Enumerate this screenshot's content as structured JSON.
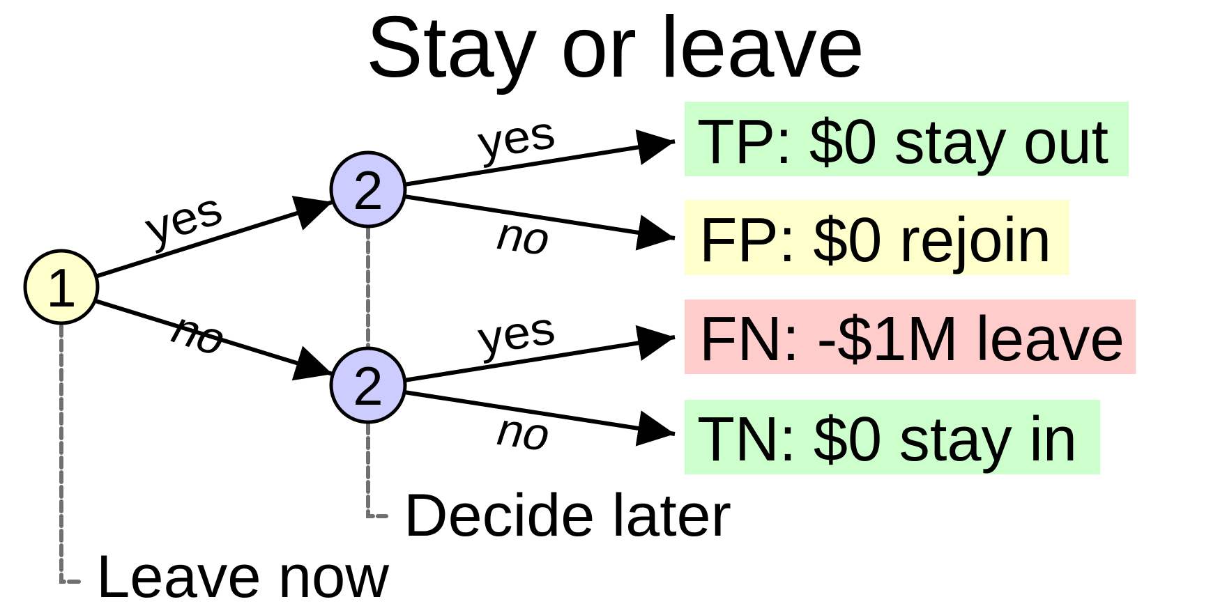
{
  "title": "Stay or leave",
  "colors": {
    "node1_fill": "#ffffcc",
    "node2_fill": "#ccccff",
    "tp_fill": "#ccffcc",
    "fp_fill": "#ffffcc",
    "fn_fill": "#ffcccc",
    "tn_fill": "#ccffcc",
    "dashed_line": "#707070",
    "edge": "#000000"
  },
  "nodes": [
    {
      "id": "node-1",
      "label": "1"
    },
    {
      "id": "node-2-top",
      "label": "2"
    },
    {
      "id": "node-2-bottom",
      "label": "2"
    }
  ],
  "edges": [
    {
      "from": "1",
      "to": "2-top",
      "label": "yes"
    },
    {
      "from": "1",
      "to": "2-bottom",
      "label": "no"
    },
    {
      "from": "2-top",
      "to": "TP",
      "label": "yes"
    },
    {
      "from": "2-top",
      "to": "FP",
      "label": "no"
    },
    {
      "from": "2-bottom",
      "to": "FN",
      "label": "yes"
    },
    {
      "from": "2-bottom",
      "to": "TN",
      "label": "no"
    }
  ],
  "outcomes": [
    {
      "code": "TP",
      "text": "TP: $0 stay out"
    },
    {
      "code": "FP",
      "text": "FP: $0 rejoin"
    },
    {
      "code": "FN",
      "text": "FN: -$1M leave"
    },
    {
      "code": "TN",
      "text": "TN: $0 stay in"
    }
  ],
  "notes": {
    "node1": "Leave now",
    "node2": "Decide later"
  }
}
